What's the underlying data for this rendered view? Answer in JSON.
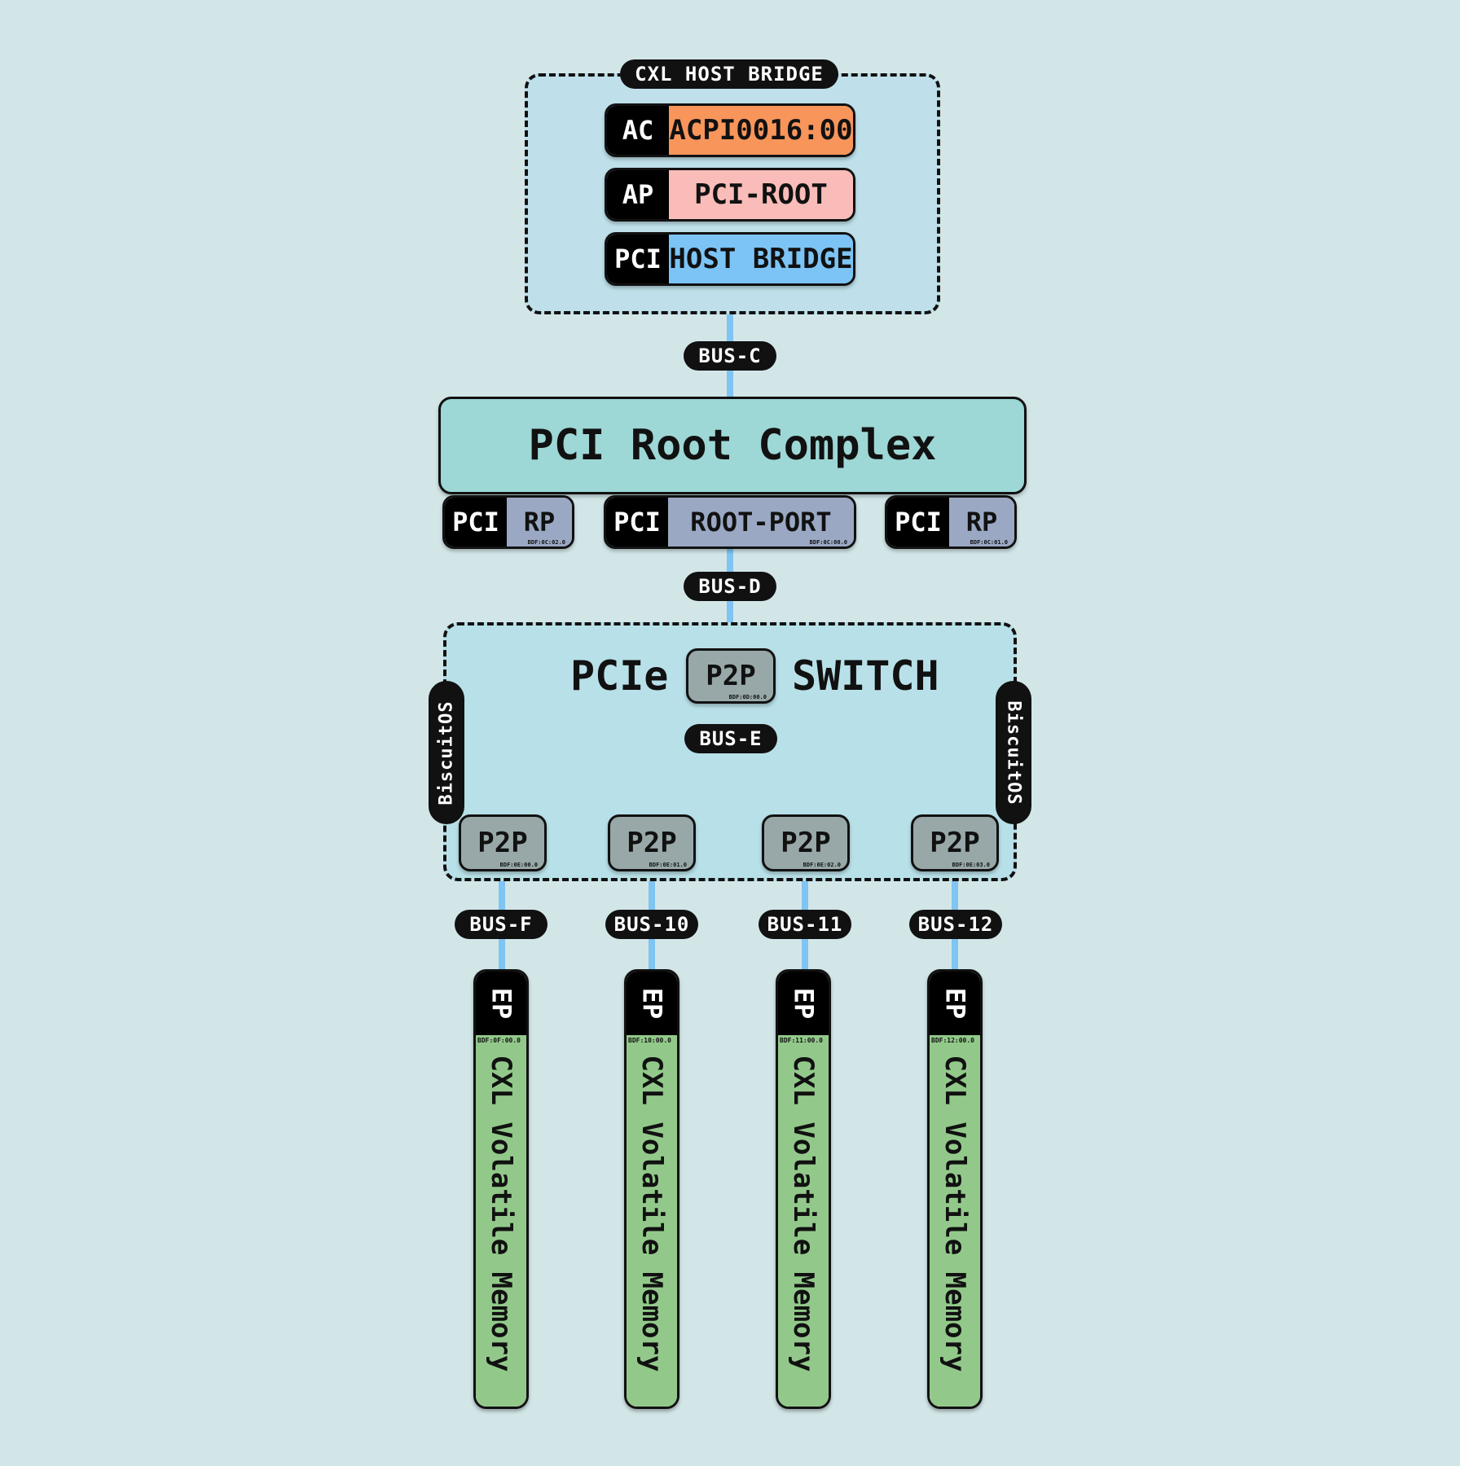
{
  "host_bridge": {
    "title": "CXL HOST BRIDGE",
    "rows": [
      {
        "key": "AC",
        "value": "ACPI0016:00",
        "color": "#f7955b"
      },
      {
        "key": "AP",
        "value": "PCI-ROOT",
        "color": "#f9bcb9"
      },
      {
        "key": "PCI",
        "value": "HOST BRIDGE",
        "color": "#7cc4f5"
      }
    ]
  },
  "buses": {
    "c": "BUS-C",
    "d": "BUS-D",
    "e": "BUS-E",
    "downstream": [
      "BUS-F",
      "BUS-10",
      "BUS-11",
      "BUS-12"
    ]
  },
  "root_complex": {
    "title": "PCI Root Complex",
    "ports": [
      {
        "key": "PCI",
        "value": "RP",
        "bdf": "BDF:0C:02.0"
      },
      {
        "key": "PCI",
        "value": "ROOT-PORT",
        "bdf": "BDF:0C:00.0"
      },
      {
        "key": "PCI",
        "value": "RP",
        "bdf": "BDF:0C:01.0"
      }
    ],
    "port_color": "#9aa8c4"
  },
  "switch": {
    "word_left": "PCIe",
    "word_right": "SWITCH",
    "upstream": {
      "label": "P2P",
      "bdf": "BDF:0D:00.0"
    },
    "downstream": [
      {
        "label": "P2P",
        "bdf": "BDF:0E:00.0"
      },
      {
        "label": "P2P",
        "bdf": "BDF:0E:01.0"
      },
      {
        "label": "P2P",
        "bdf": "BDF:0E:02.0"
      },
      {
        "label": "P2P",
        "bdf": "BDF:0E:03.0"
      }
    ],
    "side_label_left": "BiscuitOS",
    "side_label_right": "BiscuitOS"
  },
  "endpoints": [
    {
      "key": "EP",
      "bdf": "BDF:0F:00.0",
      "label": "CXL Volatile Memory"
    },
    {
      "key": "EP",
      "bdf": "BDF:10:00.0",
      "label": "CXL Volatile Memory"
    },
    {
      "key": "EP",
      "bdf": "BDF:11:00.0",
      "label": "CXL Volatile Memory"
    },
    {
      "key": "EP",
      "bdf": "BDF:12:00.0",
      "label": "CXL Volatile Memory"
    }
  ],
  "colors": {
    "link": "#7fc4f2",
    "background": "#d2e6e8"
  }
}
